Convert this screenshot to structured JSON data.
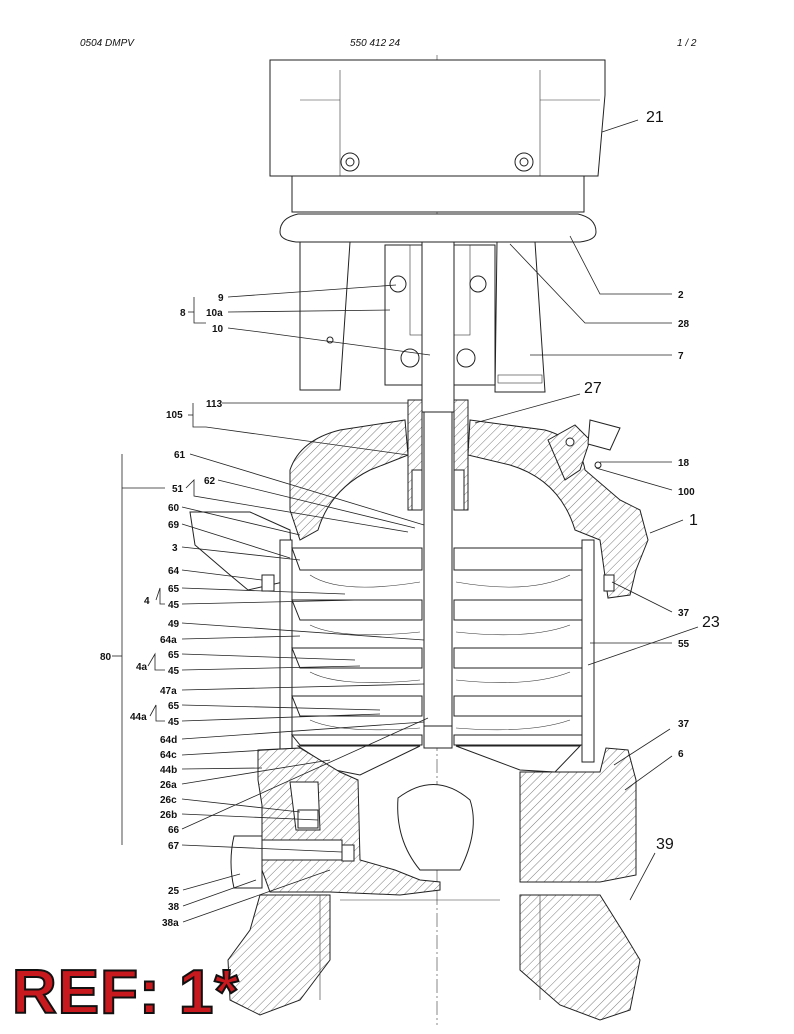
{
  "header": {
    "left": "0504 DMPV",
    "center": "550 412 24",
    "right": "1 /  2"
  },
  "callouts_right": {
    "c21": "21",
    "c2": "2",
    "c28": "28",
    "c7": "7",
    "c27": "27",
    "c18": "18",
    "c100": "100",
    "c1": "1",
    "c37a": "37",
    "c23": "23",
    "c55": "55",
    "c37b": "37",
    "c6": "6",
    "c39": "39"
  },
  "callouts_left": {
    "c8": "8",
    "c9": "9",
    "c10a": "10a",
    "c10": "10",
    "c105": "105",
    "c113": "113",
    "c61": "61",
    "c51": "51",
    "c62": "62",
    "c60": "60",
    "c69": "69",
    "c3": "3",
    "c64": "64",
    "c4": "4",
    "c65a": "65",
    "c45a": "45",
    "c49": "49",
    "c64a": "64a",
    "c80": "80",
    "c4a": "4a",
    "c65b": "65",
    "c45b": "45",
    "c47a": "47a",
    "c44a": "44a",
    "c65c": "65",
    "c45c": "45",
    "c64d": "64d",
    "c64c": "64c",
    "c44b": "44b",
    "c26a": "26a",
    "c26c": "26c",
    "c26b": "26b",
    "c66": "66",
    "c67": "67",
    "c25": "25",
    "c38": "38",
    "c38a": "38a"
  },
  "stamp": "REF: 1*"
}
